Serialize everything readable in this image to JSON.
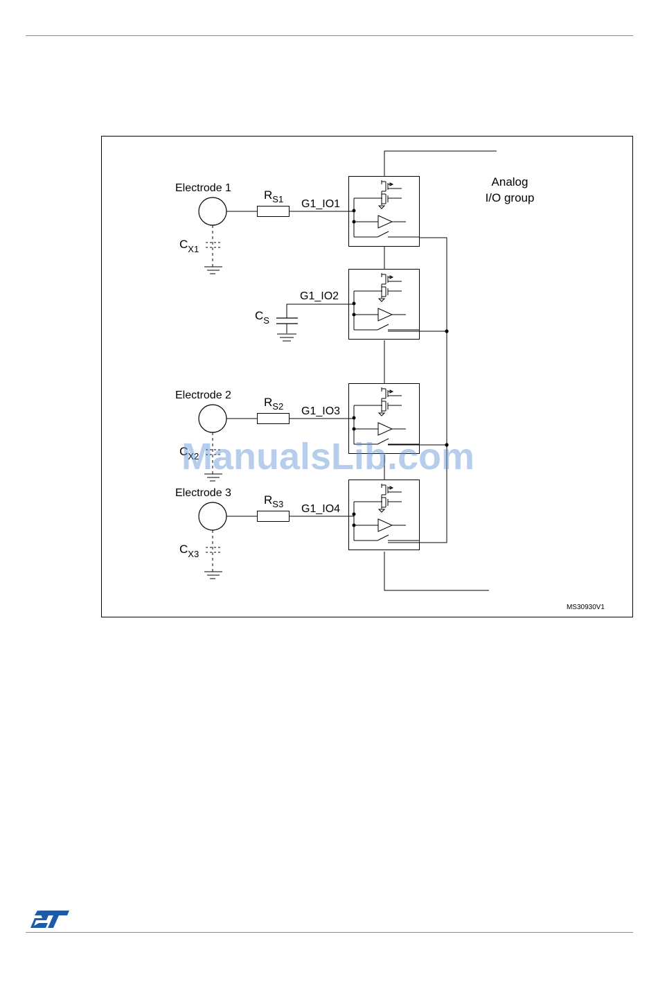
{
  "figure": {
    "analog_label": [
      "Analog",
      "I/O group"
    ],
    "figure_id": "MS30930V1",
    "electrodes": [
      {
        "label": "Electrode 1",
        "rs_main": "R",
        "rs_sub": "S1",
        "io": "G1_IO1",
        "cx_main": "C",
        "cx_sub": "X1"
      },
      {
        "label": "Electrode 2",
        "rs_main": "R",
        "rs_sub": "S2",
        "io": "G1_IO3",
        "cx_main": "C",
        "cx_sub": "X2"
      },
      {
        "label": "Electrode 3",
        "rs_main": "R",
        "rs_sub": "S3",
        "io": "G1_IO4",
        "cx_main": "C",
        "cx_sub": "X3"
      }
    ],
    "sampling": {
      "io": "G1_IO2",
      "cs_main": "C",
      "cs_sub": "S"
    }
  },
  "watermark": "ManualsLib.com",
  "brand": {
    "logo": "st-logo",
    "color": "#1d5aa8"
  }
}
